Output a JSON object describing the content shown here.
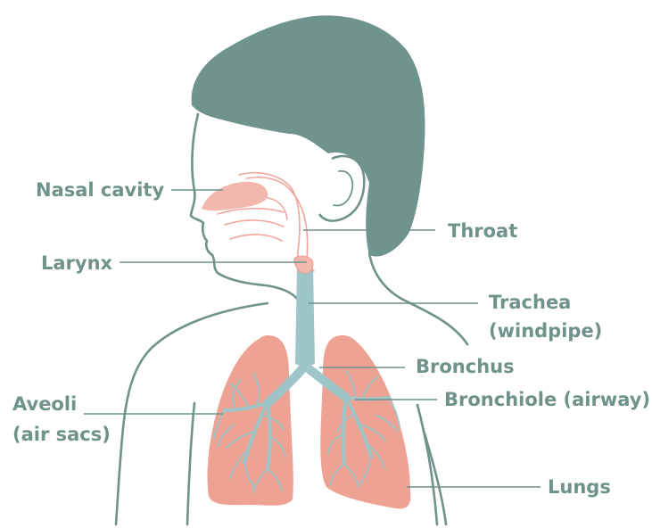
{
  "labels": {
    "nasal_cavity": "Nasal cavity",
    "throat": "Throat",
    "larynx": "Larynx",
    "trachea_line1": "Trachea",
    "trachea_line2": "(windpipe)",
    "bronchus": "Bronchus",
    "bronchiole": "Bronchiole (airway)",
    "aveoli_line1": "Aveoli",
    "aveoli_line2": "(air sacs)",
    "lungs": "Lungs"
  },
  "colors": {
    "hair": "#6f938d",
    "outline": "#6f928b",
    "lung": "#eea293",
    "airway": "#9ec5c7",
    "nasal": "#f4b7ad",
    "label": "#6f928b"
  }
}
